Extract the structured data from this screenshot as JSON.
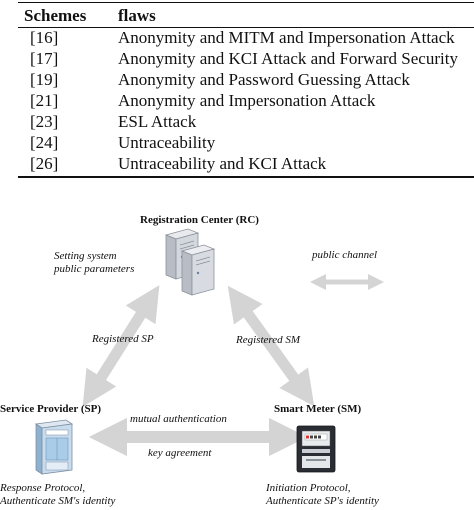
{
  "table": {
    "headers": [
      "Schemes",
      "flaws"
    ],
    "rows": [
      [
        "[16]",
        "Anonymity and MITM and Impersonation Attack"
      ],
      [
        "[17]",
        "Anonymity and KCI Attack and Forward Security"
      ],
      [
        "[19]",
        "Anonymity and Password Guessing Attack"
      ],
      [
        "[21]",
        "Anonymity and Impersonation Attack"
      ],
      [
        "[23]",
        "ESL Attack"
      ],
      [
        "[24]",
        "Untraceability"
      ],
      [
        "[26]",
        "Untraceability and KCI Attack"
      ]
    ]
  },
  "diagram": {
    "rc_title": "Registration Center (RC)",
    "rc_note_line1": "Setting system",
    "rc_note_line2": "public parameters",
    "public_channel": "public channel",
    "registered_sp": "Registered SP",
    "registered_sm": "Registered SM",
    "sp_title": "Service Provider (SP)",
    "sm_title": "Smart Meter (SM)",
    "mutual_auth": "mutual authentication",
    "key_agreement": "key agreement",
    "sp_note_line1": "Response Protocol,",
    "sp_note_line2": "Authenticate SM's identity",
    "sm_note_line1": "Initiation Protocol,",
    "sm_note_line2": "Authenticate SP's identity"
  },
  "colors": {
    "arrow": "#d4d4d4",
    "server": "#c8ccd4",
    "provider_blue": "#a9cde8",
    "meter_dark": "#2a2d33"
  }
}
